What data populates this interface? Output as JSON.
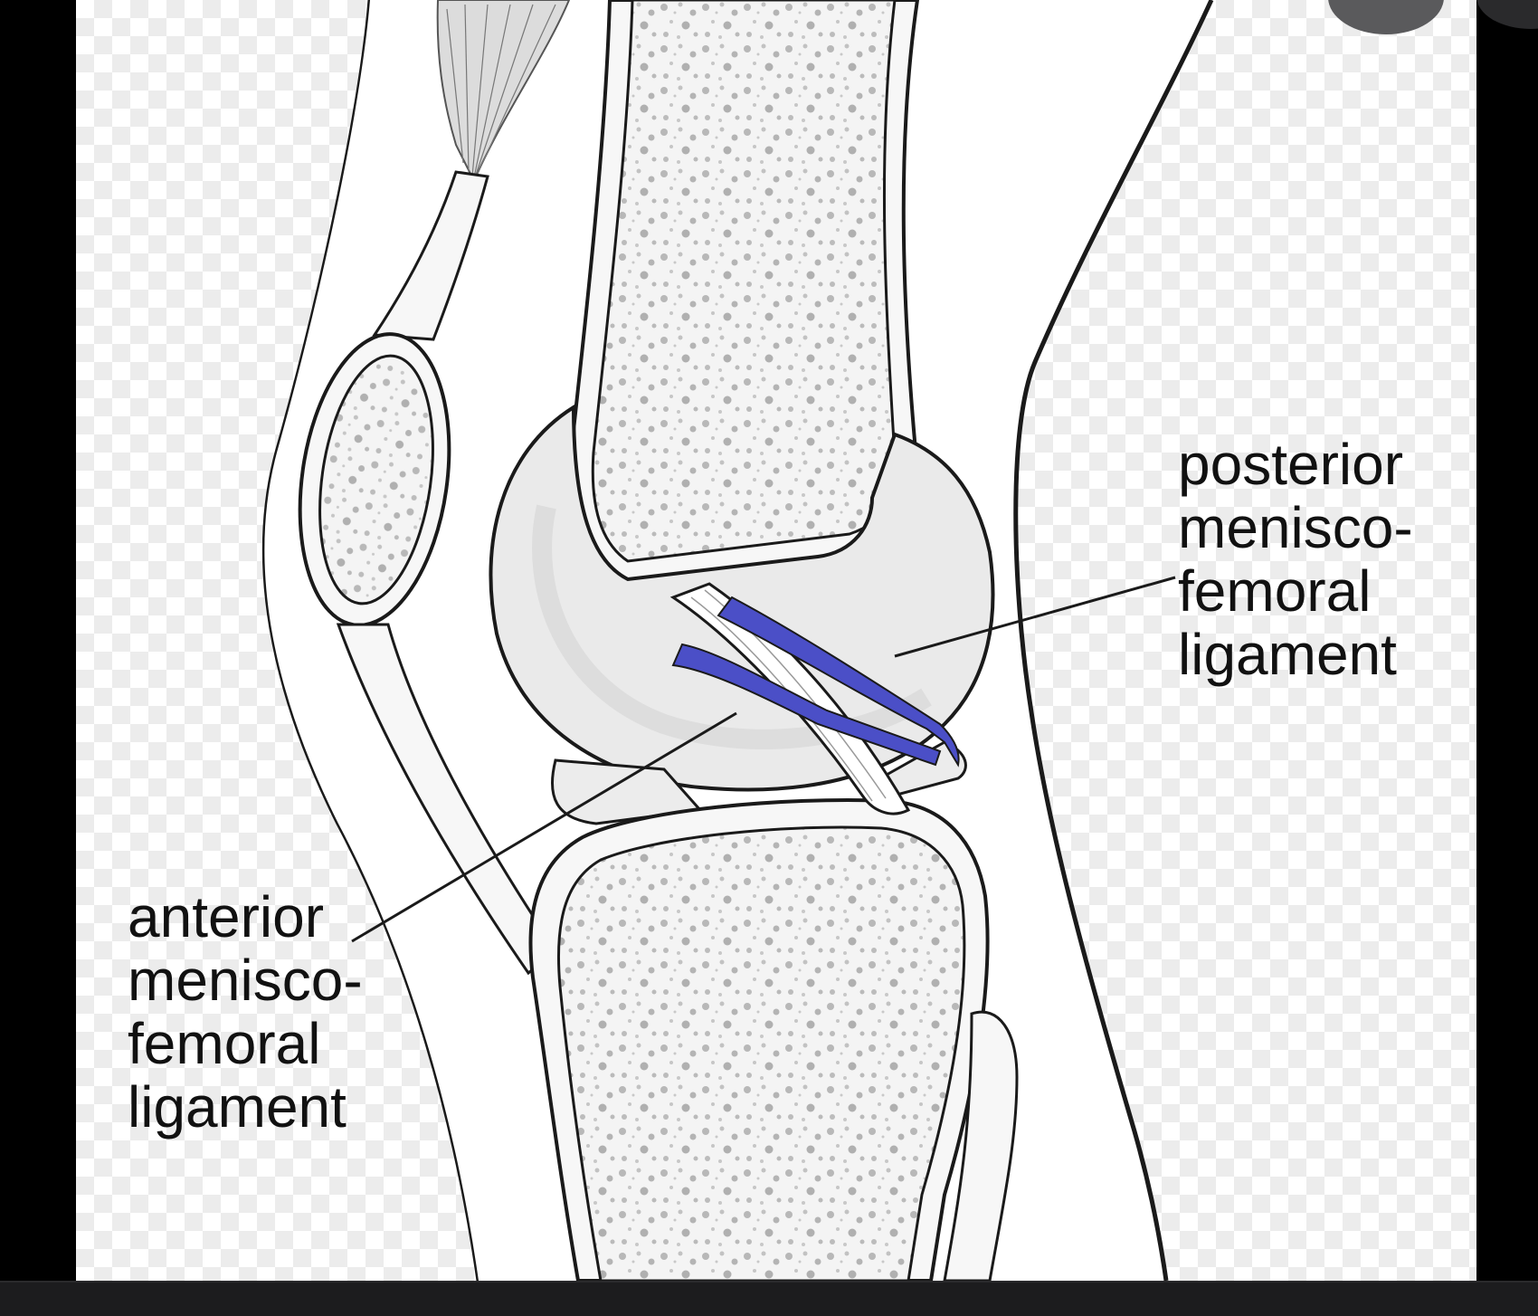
{
  "labels": {
    "posterior": [
      "posterior",
      "menisco-",
      "femoral",
      "ligament"
    ],
    "anterior": [
      "anterior",
      "menisco-",
      "femoral",
      "ligament"
    ]
  },
  "colors": {
    "ligament_highlight": "#4b4fc7",
    "bone_fill": "#f4f4f4",
    "bone_speckle": "#b8b8b8",
    "cartilage": "#e9e9e9",
    "outline": "#1a1a1a",
    "background": "#000000",
    "bottom_bar": "#1c1c1e"
  },
  "icons": {
    "overlay_button": "circle-button-icon"
  }
}
